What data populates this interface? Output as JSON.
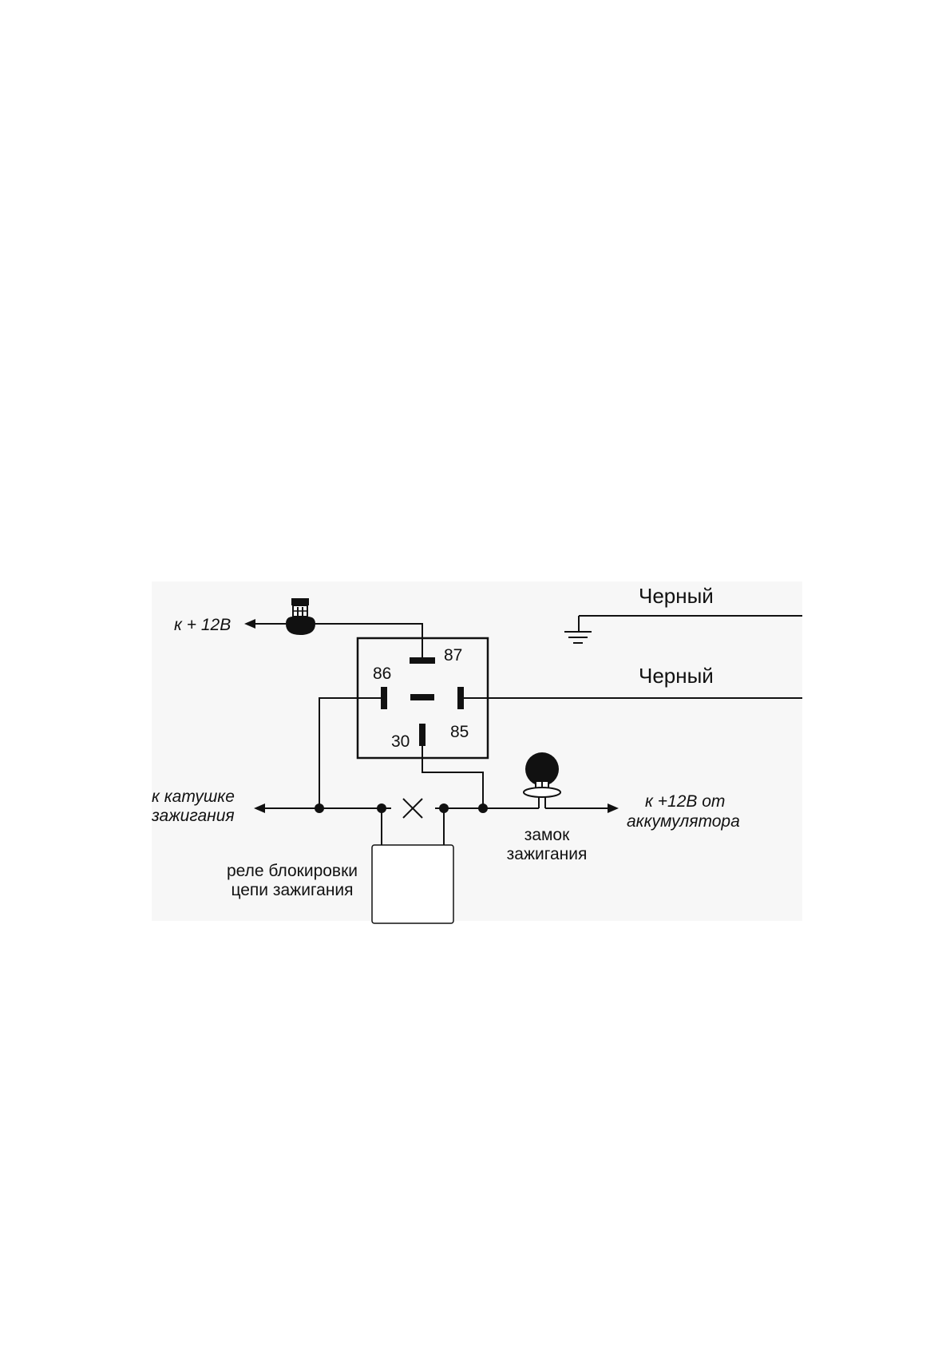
{
  "colors": {
    "ink": "#111111",
    "panel": "#f7f7f7",
    "page": "#ffffff"
  },
  "labels": {
    "plus12v": "к + 12В",
    "black_top": "Черный",
    "black_mid": "Черный",
    "pin87": "87",
    "pin86": "86",
    "pin30": "30",
    "pin85": "85",
    "coil_line1": "к  катушке",
    "coil_line2": "зажигания",
    "battery_line1": "к  +12В от",
    "battery_line2": "аккумулятора",
    "lock_line1": "замок",
    "lock_line2": "зажигания",
    "block_line1": "реле блокировки",
    "block_line2": "цепи зажигания"
  },
  "icons": {
    "fuse": "fuse-icon",
    "ground": "ground-icon",
    "ignition_key": "ignition-key-icon",
    "break": "cross-break-icon"
  }
}
